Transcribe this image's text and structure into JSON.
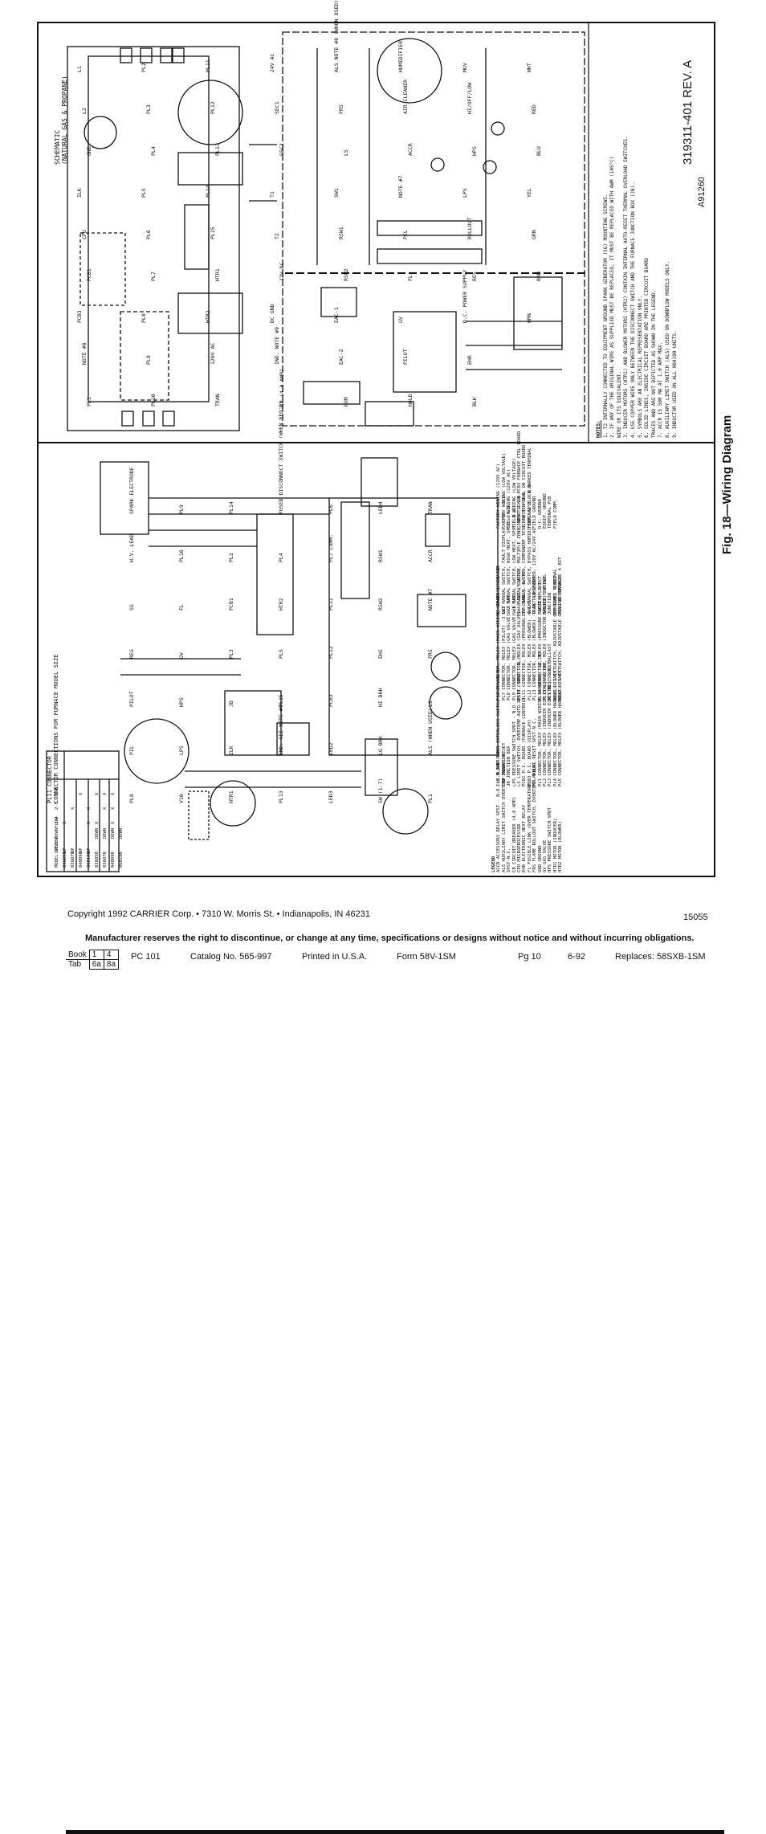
{
  "figure": {
    "caption": "Fig. 18—Wiring Diagram",
    "doc_number": "319311-401 REV. A",
    "ref": "A91260"
  },
  "schematic": {
    "title_line1": "SCHEMATIC",
    "title_line2": "(NATURAL GAS & PROPANE)",
    "labels": [
      "L1",
      "L2",
      "GND",
      "ILK",
      "CPU",
      "PCB1",
      "PCB3",
      "NOTE #8",
      "PL1",
      "PL2",
      "PL3",
      "PL4",
      "PL5",
      "PL6",
      "PL7",
      "PL8",
      "PL9",
      "PL10",
      "PL11",
      "PL12",
      "PL13",
      "PL14",
      "PL15",
      "HTR1",
      "HTR2",
      "120V AC",
      "TRAN",
      "24V AC",
      "SEC1",
      "SEC2",
      "T1",
      "T2",
      "12V DC",
      "DC GND",
      "IND. NOTE #9",
      "CB (4.0 AMP)",
      "ALS NOTE #8 (WHEN USED)",
      "FRS",
      "LS",
      "SW1",
      "RSW1",
      "RSW2",
      "EAC-1",
      "EAC-2",
      "HUM",
      "HUMIDIFIER",
      "AIR CLEANER",
      "ACCR",
      "NOTE #7",
      "PIL",
      "FL",
      "GV",
      "PILOT",
      "HOLD",
      "MGV",
      "HI/OFF/LOW",
      "HPS",
      "LPS",
      "ROLLOUT",
      "RES",
      "D.C. POWER SUPPLY",
      "EHR",
      "BLK",
      "WHT",
      "RED",
      "BLU",
      "YEL",
      "GRN",
      "BRN",
      "ORN"
    ]
  },
  "connection_diagram": {
    "connector_table": {
      "title": "PL11 CONNECTOR",
      "subtitle": "CONNECTOR CONNECTIONS FOR FURNACE MODEL SIZE",
      "headers": [
        "MODEL SIZE",
        "UPFLOW",
        "DOWNFLOW",
        "1-4",
        "2-5",
        "3-6"
      ],
      "rows": [
        [
          "036050",
          "UP",
          "",
          "X",
          "",
          ""
        ],
        [
          "036070",
          "UP",
          "",
          "",
          "X",
          ""
        ],
        [
          "048090",
          "UP",
          "",
          "",
          "",
          "X"
        ],
        [
          "060100",
          "UP",
          "",
          "X",
          "X",
          ""
        ],
        [
          "036050",
          "",
          "DOWN",
          "X",
          "",
          "X"
        ],
        [
          "036070",
          "",
          "DOWN",
          "",
          "X",
          "X"
        ],
        [
          "048090",
          "",
          "DOWN",
          "X",
          "X",
          "X"
        ],
        [
          "060100",
          "",
          "DOWN",
          "",
          "",
          ""
        ]
      ]
    },
    "labels": [
      "SPARK ELECTRODE",
      "H.V. LEAD",
      "SG",
      "REG",
      "PILOT",
      "PIL",
      "PL8",
      "PL9",
      "PL10",
      "FL",
      "GV",
      "HPS",
      "LPS",
      "V10",
      "PL14",
      "PL2",
      "PCB1",
      "PL3",
      "JB",
      "ILK",
      "HTR1",
      "FUSED DISCONNECT SWITCH (WHEN REQ'D)",
      "PL4",
      "HTR2",
      "PL5",
      "PL15",
      "IND. SEE NOTE #9",
      "PL13",
      "PL6",
      "PL7 COMM.",
      "PL11",
      "PL12",
      "PCB3",
      "LED2",
      "LED3",
      "LED4",
      "RSW1",
      "RSW2",
      "EHS",
      "HI BRH",
      "LO BRH",
      "SW (1-7)",
      "TRAN",
      "ACCR",
      "NOTE #7",
      "FRS",
      "LS",
      "ALS (WHEN USED)",
      "PL1"
    ]
  },
  "legend": {
    "title": "LEGEND",
    "items": [
      "ACCR ACCESSORY RELAY SPST - N.O. (1.0 AMP MAX.)",
      "ALS AUXILIARY LIMIT SWITCH OVERTEMP-MANUAL RESET",
      "SPST-N.C.",
      "CB CIRCUIT BREAKER (4.0 AMP)",
      "CPU MICROPROCESSOR",
      "EHR ELECTRONIC HEAT RELAY",
      "FL FUSIBLE LINK (OVER TEMPERATURE)",
      "FRS FLAME ROLLOUT SWITCH, OVERTEMP-MANUAL RESET SPST-N.C.",
      "GND GROUND",
      "GV GAS VALVE",
      "HPS PRESSURE SWITCH SPDT",
      "HTR1 MOTOR (INDUCER)",
      "HTR2 MOTOR (BLOWER)",
      "ILK BLOWER DOOR INTERLOCK SWITCH SPST - N.O.",
      "IND INDUCTOR",
      "JB JUNCTION BOX",
      "LPS PRESSURE SWITCH SPDT - N.O.",
      "LS LIMIT SWITCH, OVERTEMP-AUTO-RESET, SPST - N.C.",
      "PCB1 P.C. BOARD (FURNACE CONTROL)",
      "PCB3 P.C. BOARD (DISPLAY)",
      "PIL PILOT",
      "PL1 CONNECTOR, MOLEX (MAIN WIRING HARNESS) -12 CKT",
      "PL2 CONNECTOR, MOLEX (INDUCER ECM CTRL) -6 CKT",
      "PL3 CONNECTOR, MOLEX (INDUCER ECM CTRL) -5 CKT",
      "PL4 CONNECTOR, MOLEX (BLOWER HARNESS) -5 CKT",
      "PL5 CONNECTOR, MOLEX (BLOWER HARNESS) -6 CKT",
      "PL6 CONNECTOR, MOLEX (MAIN WIRING HARNESS) -12 CKT",
      "PL7 CONNECTOR, MOLEX (PILOT) -3 CKT",
      "PL8 CONNECTOR, MOLEX (GAS VALVE) -3 CKT",
      "PL9 CONNECTOR, MOLEX (GAS VALVE) -6 CKT",
      "PL10 CONNECTOR, MOLEX (GAS VALVE) -6 CKT (5 USED)",
      "PL11 CONNECTOR, MOLEX (PERSONALITY CONN.) -6 CKT",
      "PL12 CONNECTOR, MOLEX (BLOWER) -4 CKT",
      "PL13 CONNECTOR, MOLEX (BLOWER) -9 CKT (8 USED)",
      "PL14 CONNECTOR, MOLEX (PRESSURE SWITCH) -6 CKT",
      "PL15 CONNECTOR, MOLEX (INDUCTOR SPLICE) -2 CKT",
      "RES RESISTOR, BALLAST",
      "RSW1 ROTARY SWITCH, ADJUSTABLE OFF TIME, 4 BIT",
      "RSW2 ROTARY SWITCH, ADJUSTABLE COOLING TONNAGE, 4 BIT",
      "SG SPARK GENERATOR",
      "SW1 MANUAL SWITCH, FAULT DISPLAY, SPST - N.O.",
      "SW2 MANUAL SWITCH, HIGH HEAT, SPST - N.O.",
      "SW3 MANUAL SWITCH, LOW HEAT, SPST - N.O.",
      "SW4 MANUAL SWITCH, MULTIPLE ZONE, SPST - N.O.",
      "SW5 MANUAL SWITCH, COMPONENT TEST, SPST - N.O.",
      "SW6 MANUAL SWITCH, BYPASS HUMIDIFIER, SPST - N.O.",
      "TRAN TRANSFORMER, 120V AC/24V AC",
      "FIELD SPLICE",
      "MARKED TERMINAL",
      "JUNCTION",
      "UNMARKED TERMINAL",
      "PLUG RECEPTACLE",
      "FACTORY WIRING (120V AC)",
      "FACTORY WIRING (LOW VOLTAGE)",
      "FIELD WIRING (120V AC)",
      "FIELD WIRING (LOW VOLTAGE)",
      "CONDUCTOR ON PCB3 FURNACE CTRL BOARD",
      "SCREW TERMINAL ON CIRCUIT BOARD",
      "TERMINAL BLOCK MARKED TERMINAL",
      "FIELD GROUND",
      "D.C. GROUND",
      "EQUIP. GROUND",
      "TERMINAL PCB",
      "FIELD COMM."
    ]
  },
  "notes": {
    "title": "NOTES:",
    "items": [
      "1. T2 INTERNALLY CONNECTED TO EQUIPMENT GROUND SPARK GENERATOR (SG) MOUNTING SCREWS.",
      "2. IF ANY OF THE ORIGINAL WIRE AS SUPPLIED MUST BE REPLACED, IT MUST BE REPLACED WITH AWM (105°C)",
      "   WIRE OR ITS EQUIVALENT.",
      "3. INDUCER MOTORS (HTR1) AND BLOWER MOTORS (HTR2) CONTAIN INTERNAL AUTO-RESET THERMAL OVERLOAD SWITCHES.",
      "4. USE COPPER WIRE ONLY BETWEEN THE DISCONNECT SWITCH AND THE FURNACE JUNCTION BOX (JB).",
      "5. SYMBOLS ARE AN ELECTRICAL REPRESENTATION ONLY.",
      "6. SOLID LINES, INSIDE CIRCUIT BOARD ARE PRINTED CIRCUIT BOARD",
      "   TRACES AND ARE NOT DEPICTED AS SHOWN IN THE LEGEND.",
      "7. ACCR IS 500 MA AT 1.0 AMP MAX.",
      "8. AUXILIARY LIMIT SWITCH (ALS) USED ON DOWNFLOW MODELS ONLY.",
      "9. INDUCTOR USED ON ALL 060100 UNITS."
    ]
  },
  "footer": {
    "copyright": "Copyright 1992 CARRIER Corp. • 7310 W. Morris St. • Indianapolis, IN 46231",
    "code": "15055",
    "disclaimer": "Manufacturer reserves the right to discontinue, or change at any time, specifications or designs without notice and without incurring obligations.",
    "book_label": "Book",
    "book_v1": "1",
    "book_v2": "4",
    "tab_label": "Tab",
    "tab_v1": "6a",
    "tab_v2": "8a",
    "pc": "PC 101",
    "catalog": "Catalog No. 565-997",
    "printed": "Printed in U.S.A.",
    "form": "Form 58V-1SM",
    "page": "Pg 10",
    "date": "6-92",
    "replaces": "Replaces: 58SXB-1SM"
  }
}
